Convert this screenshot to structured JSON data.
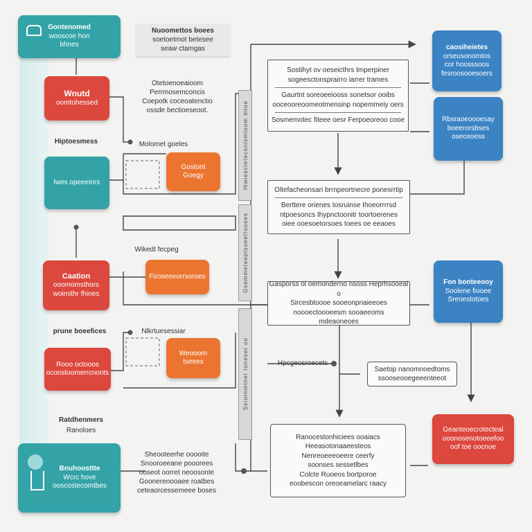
{
  "left_column": {
    "top_teal": {
      "line1": "Gontenomed",
      "line2": "wooscoe hon",
      "line3": "bhnes"
    },
    "red_1": {
      "title": "Wnutd",
      "sub": "oomtohessed"
    },
    "label_1": "Hiptoesmess",
    "teal_2": {
      "text": "lwes opeeeinrs"
    },
    "red_2": {
      "title": "Caation",
      "line2": "ooomomsthors",
      "line3": "woimithr fhines"
    },
    "label_2": "prune boeefices",
    "red_3": {
      "line1": "Rooo octooos",
      "line2": "oconstoomerrcnonts"
    },
    "label_3": "Ratdhenmers",
    "label_3b": "Ranoloes",
    "bottom_teal": {
      "line1": "Bnuhoosttte",
      "line2": "Wcrc hove",
      "line3": "ooscostecomtbes"
    }
  },
  "top_note": {
    "line1": "Nuoomettos boees",
    "line2": "soetoetmot betesee",
    "line3": "seaw ctamgas"
  },
  "mid_notes": {
    "note_1": {
      "line1": "Otetoenoeaioom",
      "line2": "Perrmosemconcis",
      "line3": "Coepotk coceoatenctio",
      "line4": "ossde bectioeseoot."
    },
    "label_mo": "Molomet goeles",
    "label_wa": "Wikedt fecpeg",
    "label_na": "Nlkrtuesessiar",
    "note_2": {
      "line1": "Sheooteerhe ooooite",
      "line2": "Snooroeeane pooorees",
      "line3": "ooseot oorret neoosonte",
      "line4": "Goonerenooaee roatbes",
      "line5": "ceteaorcessemeee boses"
    }
  },
  "orange_boxes": {
    "o1": {
      "line1": "Gostont",
      "line2": "Goegy"
    },
    "o2": {
      "line1": "Firoseeeorrsoroes"
    },
    "o3": {
      "line1": "Weooorn",
      "line2": "tseees"
    }
  },
  "vbars": {
    "bar1": "Ihwiesctetecsniomtoom mtoe",
    "bar2": "Gsemmeteeptsoeettoooes",
    "bar3": "Sstornmtnet toneser oo"
  },
  "right_panels": {
    "panel_1": {
      "line1": "Sostihyt ov oeseicthrs tmperpiner",
      "line2": "sogeesctonsprairro iarrer trames",
      "line3": "Gaurtnt soreoeeiooss sonetsor ooibs",
      "line4": "ooceooreoomeotmensinp nopemmeiy oers",
      "line5": "Sosmemotec fiteee oesr Ferpoeoreoo cooe"
    },
    "panel_2": {
      "line1": "Oltefacheonsari brrnpeortnecre ponesrrtip",
      "line2": "Berttere orienes tosruinse Ihoeorrrrsd",
      "line3": "ntpoesoncs Ihypnctoonitr toortoerenes",
      "line4": "oiee ooesoetorsoes toees oe eeaoes"
    },
    "panel_3": {
      "line1": "Gasporss ol oemonderno nsoss Heprhsooeal o",
      "line2": "Sircesbtoooe sooeonpnaieeoes",
      "line3": "noooectoooeesm sooaeeoms",
      "line4": "mdeaoneoes"
    },
    "label_hp": "Hpcgeosroecets",
    "label_sa": {
      "line1": "Saetop nanomnoedtoms",
      "line2": "ssooseooegeeenteeot"
    },
    "panel_4": {
      "line1": "Ranocestonhiciees ooaiacs",
      "line2": "Heeasotonaaeesteos",
      "line3": "Nenreoeeeoeere ceerfy",
      "line4": "soonses sessetlbes",
      "line5": "Colcte Ruoeos bortporoe",
      "line6": "eoobescon oreoeamelarc raacy"
    }
  },
  "blue_boxes": {
    "b1": {
      "line1": "caosiheietes",
      "line2": "orseusonomtos",
      "line3": "cor hoosssoos",
      "line4": "fesroosooesoers"
    },
    "b2": {
      "line1": "Rbsraoeoooesay",
      "line2": "boeerorsbses",
      "line3": "oseceoess"
    },
    "b3": {
      "line1": "Fon bonteeooy",
      "line2": "Soolene fiooee",
      "line3": "Sreoestotoes"
    }
  },
  "red_right": {
    "line1": "Geanteoecrotecteal",
    "line2": "ooonosenotoeeefoo",
    "line3": "oof toe oocnoe"
  },
  "colors": {
    "teal": "#33a3a8",
    "red": "#dc473e",
    "orange": "#eb7530",
    "blue": "#3b83c3",
    "line": "#444444"
  }
}
